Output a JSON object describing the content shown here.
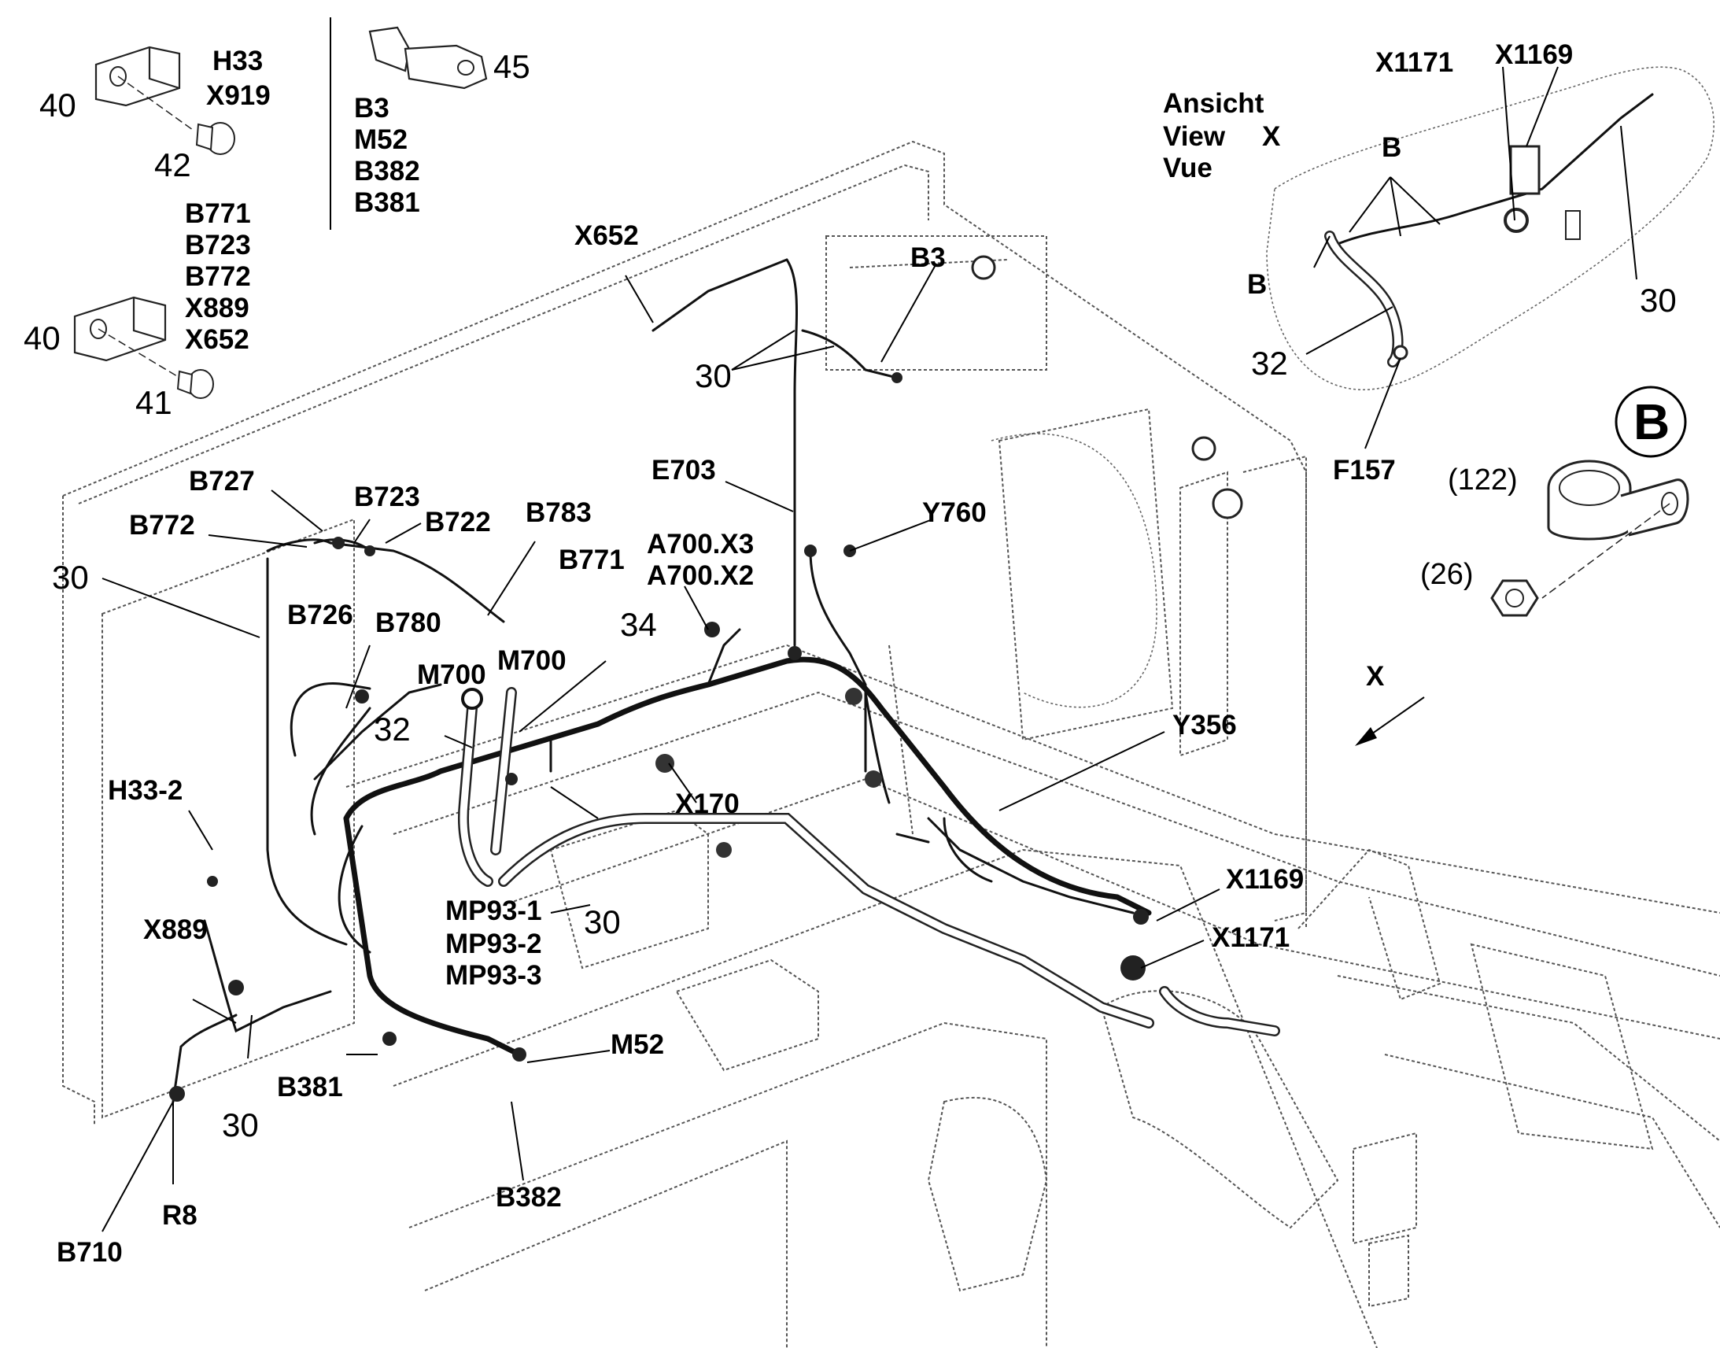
{
  "labels": {
    "h33": "H33",
    "x919": "X919",
    "n40a": "40",
    "n42": "42",
    "n45": "45",
    "b3a": "B3",
    "m52a": "M52",
    "b382a": "B382",
    "b381a": "B381",
    "b771a": "B771",
    "b723a": "B723",
    "b772a": "B772",
    "x889a": "X889",
    "x652a": "X652",
    "n40b": "40",
    "n41": "41",
    "x652": "X652",
    "b3": "B3",
    "n30a": "30",
    "e703": "E703",
    "a700x3": "A700.X3",
    "a700x2": "A700.X2",
    "y760": "Y760",
    "b727": "B727",
    "b723": "B723",
    "b722": "B722",
    "b783": "B783",
    "b772": "B772",
    "b771": "B771",
    "n30b": "30",
    "b726": "B726",
    "b780": "B780",
    "n34": "34",
    "m700a": "M700",
    "m700b": "M700",
    "n32a": "32",
    "h33_2": "H33-2",
    "x170": "X170",
    "y356": "Y356",
    "mp93_1": "MP93-1",
    "mp93_2": "MP93-2",
    "mp93_3": "MP93-3",
    "n30c": "30",
    "x889": "X889",
    "x1169": "X1169",
    "x1171": "X1171",
    "m52": "M52",
    "b381": "B381",
    "n30d": "30",
    "b382": "B382",
    "r8": "R8",
    "b710": "B710",
    "view_ansicht": "Ansicht",
    "view_view": "View",
    "view_x": "X",
    "view_vue": "Vue",
    "inset_x1171": "X1171",
    "inset_x1169": "X1169",
    "inset_b1": "B",
    "inset_b2": "B",
    "inset_n30": "30",
    "inset_n32": "32",
    "inset_f157": "F157",
    "detail_b": "B",
    "n122": "(122)",
    "n26": "(26)",
    "arrow_x": "X"
  }
}
